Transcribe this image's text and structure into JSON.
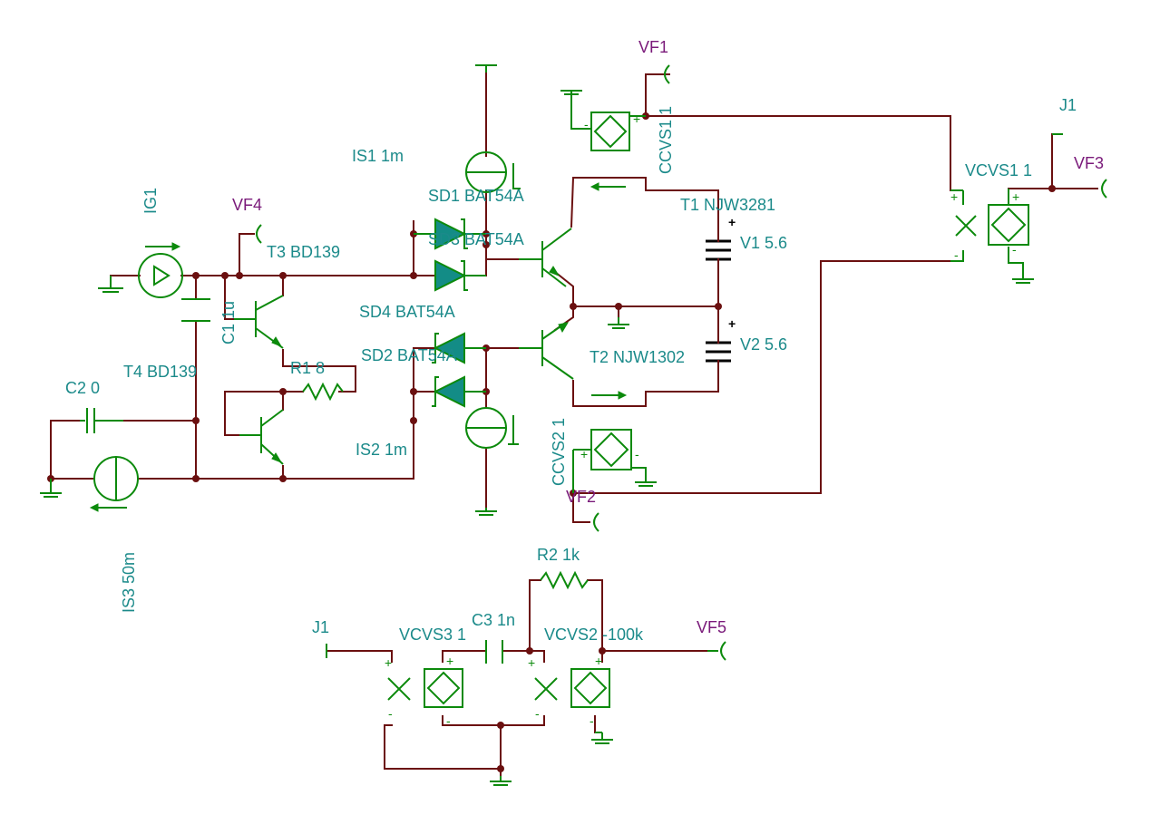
{
  "labels": {
    "vf1": "VF1",
    "vf2": "VF2",
    "vf3": "VF3",
    "vf4": "VF4",
    "vf5": "VF5",
    "j1_top": "J1",
    "j1_bottom": "J1",
    "ig1": "IG1",
    "is1": "IS1 1m",
    "is2": "IS2 1m",
    "is3": "IS3 50m",
    "sd1": "SD1 BAT54A",
    "sd2": "SD2 BAT54A",
    "sd3": "SD3 BAT54A",
    "sd4": "SD4 BAT54A",
    "t1": "T1 NJW3281",
    "t2": "T2 NJW1302",
    "t3": "T3 BD139",
    "t4": "T4 BD139",
    "v1": "V1 5.6",
    "v2": "V2 5.6",
    "c1": "C1 1u",
    "c2": "C2 0",
    "c3": "C3 1n",
    "r1": "R1 8",
    "r2": "R2 1k",
    "ccvs1": "CCVS1 1",
    "ccvs2": "CCVS2 1",
    "vcvs1": "VCVS1 1",
    "vcvs2": "VCVS2 -100k",
    "vcvs3": "VCVS3 1"
  },
  "pin_marks": {
    "plus": "+",
    "minus": "-"
  },
  "colors": {
    "wire": "#6b1010",
    "component": "#0c8a0c",
    "label": "#1b8a8a",
    "probe_label": "#7a1a7a",
    "diode_fill": "#138c86",
    "background": "#ffffff"
  }
}
